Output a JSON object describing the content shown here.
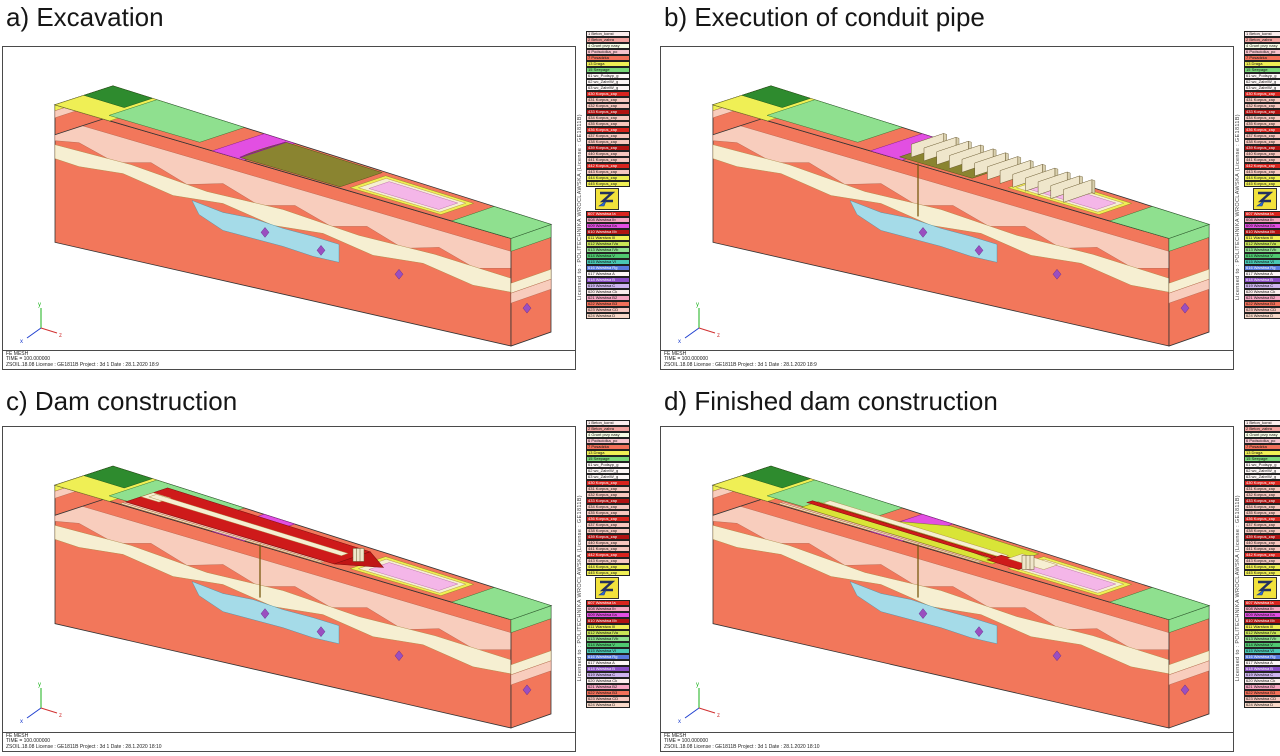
{
  "figure": {
    "panels": [
      {
        "id": "a",
        "title": "a) Excavation",
        "status_line1": "FE MESH",
        "status_line2": "TIME = 100.000000",
        "status_line3": "ZSOIL.18.08   License : GE1811B   Project : 3d 1    Date : 28.1.2020 18:9"
      },
      {
        "id": "b",
        "title": "b) Execution of conduit pipe",
        "status_line1": "FE MESH",
        "status_line2": "TIME = 100.000000",
        "status_line3": "ZSOIL.18.08   License : GE1811B   Project : 3d 1    Date : 28.1.2020 18:9"
      },
      {
        "id": "c",
        "title": "c) Dam construction",
        "status_line1": "FE MESH",
        "status_line2": "TIME = 100.000000",
        "status_line3": "ZSOIL.18.08   License : GE1811B   Project : 3d 1    Date : 28.1.2020 18:10"
      },
      {
        "id": "d",
        "title": "d) Finished dam construction",
        "status_line1": "FE MESH",
        "status_line2": "TIME = 100.000000",
        "status_line3": "ZSOIL.18.08   License : GE1811B   Project : 3d 1    Date : 28.1.2020 18:10"
      }
    ]
  },
  "license_vertical": "Licensed to : POLITECHNIKA WROCLAWSKA (License : GE1811B)",
  "triad": {
    "x": "x",
    "y": "y",
    "z": "z"
  },
  "legend": {
    "top": [
      {
        "label": "1 Beton_konst",
        "c": "#FBEDED"
      },
      {
        "label": "2 Beton_zabra",
        "c": "#F2A29E"
      },
      {
        "label": "4 Grunt przy nasy",
        "c": "#F5FBE4"
      },
      {
        "label": "6 Podsciolka_po",
        "c": "#F6C2CC"
      },
      {
        "label": "7 Posadzka",
        "c": "#F2705A"
      },
      {
        "label": "13 Draga",
        "c": "#EFEF55"
      },
      {
        "label": "15 Seepage",
        "c": "#79D879"
      },
      {
        "label": "61 wc_Podsyp_g",
        "c": "#FDF6F6"
      },
      {
        "label": "62 wc_Zabr/W_g",
        "c": "#FDF6F6"
      },
      {
        "label": "63 wc_Zabr/W_g",
        "c": "#FDF6F6"
      },
      {
        "label": "430 Korpus_zap",
        "c": "#D8241E",
        "tc": "#fff"
      },
      {
        "label": "431 Korpus_zap",
        "c": "#F6C6BE"
      },
      {
        "label": "432 Korpus_zap",
        "c": "#F6C6BE"
      },
      {
        "label": "433 Korpus_zap",
        "c": "#B01212",
        "tc": "#fff"
      },
      {
        "label": "434 Korpus_zap",
        "c": "#F6C6BE"
      },
      {
        "label": "435 Korpus_zap",
        "c": "#F6C6BE"
      },
      {
        "label": "436 Korpus_zap",
        "c": "#D8241E",
        "tc": "#fff"
      },
      {
        "label": "437 Korpus_zap",
        "c": "#F6C6BE"
      },
      {
        "label": "438 Korpus_zap",
        "c": "#F6C6BE"
      },
      {
        "label": "439 Korpus_zap",
        "c": "#B01212",
        "tc": "#fff"
      },
      {
        "label": "440 Korpus_zap",
        "c": "#F6C6BE"
      },
      {
        "label": "441 Korpus_zap",
        "c": "#F6C6BE"
      },
      {
        "label": "442 Korpus_zap",
        "c": "#D8241E",
        "tc": "#fff"
      },
      {
        "label": "443 Korpus_zap",
        "c": "#F6C6BE"
      },
      {
        "label": "444 Korpus_zap",
        "c": "#EFEF55"
      },
      {
        "label": "445 Korpus_zap",
        "c": "#EFEF55"
      }
    ],
    "bottom": [
      {
        "label": "607 Warstwa Ia",
        "c": "#D8241E",
        "tc": "#fff"
      },
      {
        "label": "608 Warstwa Ib",
        "c": "#F6A6C2"
      },
      {
        "label": "609 Warstwa IIa",
        "c": "#E24FE2"
      },
      {
        "label": "610 Warstwa IIb",
        "c": "#B01212",
        "tc": "#fff"
      },
      {
        "label": "611 Warstwa III",
        "c": "#EFEF55"
      },
      {
        "label": "612 Warstwa IVa",
        "c": "#C8E455"
      },
      {
        "label": "613 Warstwa IVb",
        "c": "#8FE08F"
      },
      {
        "label": "614 Warstwa V",
        "c": "#4FC870"
      },
      {
        "label": "615 Warstwa VI",
        "c": "#49C8B4"
      },
      {
        "label": "616 Warstwa Rg",
        "c": "#5A7ADE",
        "tc": "#fff"
      },
      {
        "label": "617 Warstwa A",
        "c": "#FDF6F6"
      },
      {
        "label": "618 Warstwa B",
        "c": "#8C4FC8",
        "tc": "#fff"
      },
      {
        "label": "619 Warstwa C",
        "c": "#CDB4F0"
      },
      {
        "label": "620 Warstwa Ck",
        "c": "#FBEDED"
      },
      {
        "label": "621 Warstwa B2",
        "c": "#F6A6C2"
      },
      {
        "label": "622 Warstwa B3",
        "c": "#F2705A"
      },
      {
        "label": "623 Warstwa CD",
        "c": "#F6C6BE"
      },
      {
        "label": "624 Warstwa D",
        "c": "#F8D8C8"
      }
    ]
  }
}
